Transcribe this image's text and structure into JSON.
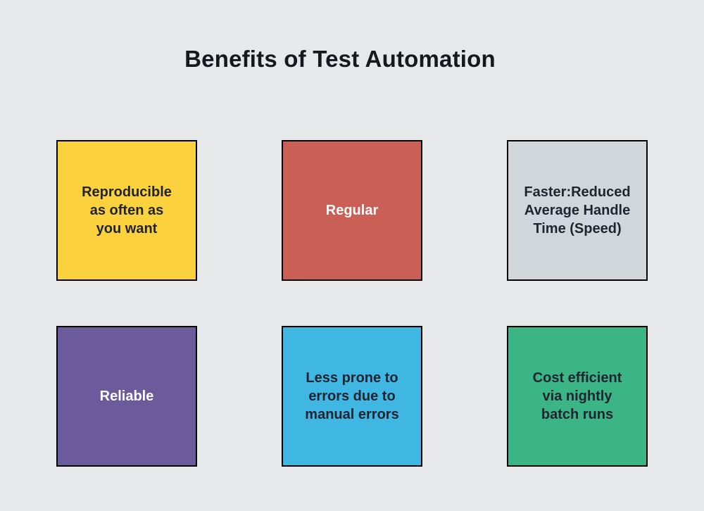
{
  "page": {
    "background_color": "#e6e8ea",
    "border_color": "#000000"
  },
  "title": "Benefits of Test Automation",
  "boxes": [
    {
      "id": "reproducible",
      "label": "Reproducible\nas often as\nyou want",
      "fill": "#fbd13d",
      "text_color": "#1f2430"
    },
    {
      "id": "regular",
      "label": "Regular",
      "fill": "#c95f55",
      "text_color": "#fdfcfc"
    },
    {
      "id": "faster",
      "label": "Faster:Reduced\nAverage Handle\nTime (Speed)",
      "fill": "#d1d6db",
      "text_color": "#1f2430"
    },
    {
      "id": "reliable",
      "label": "Reliable",
      "fill": "#6b5b9d",
      "text_color": "#fdfcfc"
    },
    {
      "id": "less-errors",
      "label": "Less prone to\nerrors due to\nmanual errors",
      "fill": "#40b6e2",
      "text_color": "#1f2430"
    },
    {
      "id": "cost-efficient",
      "label": "Cost efficient\nvia nightly\nbatch runs",
      "fill": "#3cb586",
      "text_color": "#1f2430"
    }
  ]
}
